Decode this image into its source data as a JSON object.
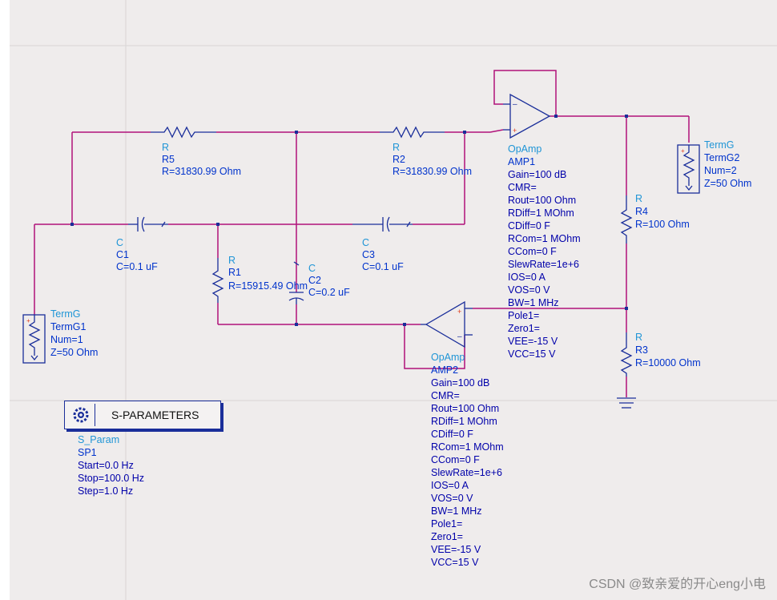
{
  "colors": {
    "wire": "#b0127a",
    "component": "#1a2e9a",
    "label_cyan": "#1f95d6",
    "label_blue": "#0033cc"
  },
  "components": {
    "r5": {
      "type": "R",
      "name": "R5",
      "value": "R=31830.99 Ohm"
    },
    "r2": {
      "type": "R",
      "name": "R2",
      "value": "R=31830.99 Ohm"
    },
    "r1": {
      "type": "R",
      "name": "R1",
      "value": "R=15915.49 Ohm"
    },
    "r4": {
      "type": "R",
      "name": "R4",
      "value": "R=100 Ohm"
    },
    "r3": {
      "type": "R",
      "name": "R3",
      "value": "R=10000 Ohm"
    },
    "c1": {
      "type": "C",
      "name": "C1",
      "value": "C=0.1 uF"
    },
    "c3": {
      "type": "C",
      "name": "C3",
      "value": "C=0.1 uF"
    },
    "c2": {
      "type": "C",
      "name": "C2",
      "value": "C=0.2 uF"
    },
    "termg1": {
      "type": "TermG",
      "name": "TermG1",
      "num": "Num=1",
      "z": "Z=50 Ohm"
    },
    "termg2": {
      "type": "TermG",
      "name": "TermG2",
      "num": "Num=2",
      "z": "Z=50 Ohm"
    }
  },
  "opamps": [
    {
      "type": "OpAmp",
      "name": "AMP1",
      "params": [
        "Gain=100 dB",
        "CMR=",
        "Rout=100 Ohm",
        "RDiff=1 MOhm",
        "CDiff=0 F",
        "RCom=1 MOhm",
        "CCom=0 F",
        "SlewRate=1e+6",
        "IOS=0 A",
        "VOS=0 V",
        "BW=1 MHz",
        "Pole1=",
        "Zero1=",
        "VEE=-15 V",
        "VCC=15 V"
      ]
    },
    {
      "type": "OpAmp",
      "name": "AMP2",
      "params": [
        "Gain=100 dB",
        "CMR=",
        "Rout=100 Ohm",
        "RDiff=1 MOhm",
        "CDiff=0 F",
        "RCom=1 MOhm",
        "CCom=0 F",
        "SlewRate=1e+6",
        "IOS=0 A",
        "VOS=0 V",
        "BW=1 MHz",
        "Pole1=",
        "Zero1=",
        "VEE=-15 V",
        "VCC=15 V"
      ]
    }
  ],
  "sparams": {
    "title": "S-PARAMETERS",
    "type": "S_Param",
    "name": "SP1",
    "params": [
      "Start=0.0 Hz",
      "Stop=100.0 Hz",
      "Step=1.0 Hz"
    ]
  },
  "watermark": "CSDN @致亲爱的开心eng小电"
}
